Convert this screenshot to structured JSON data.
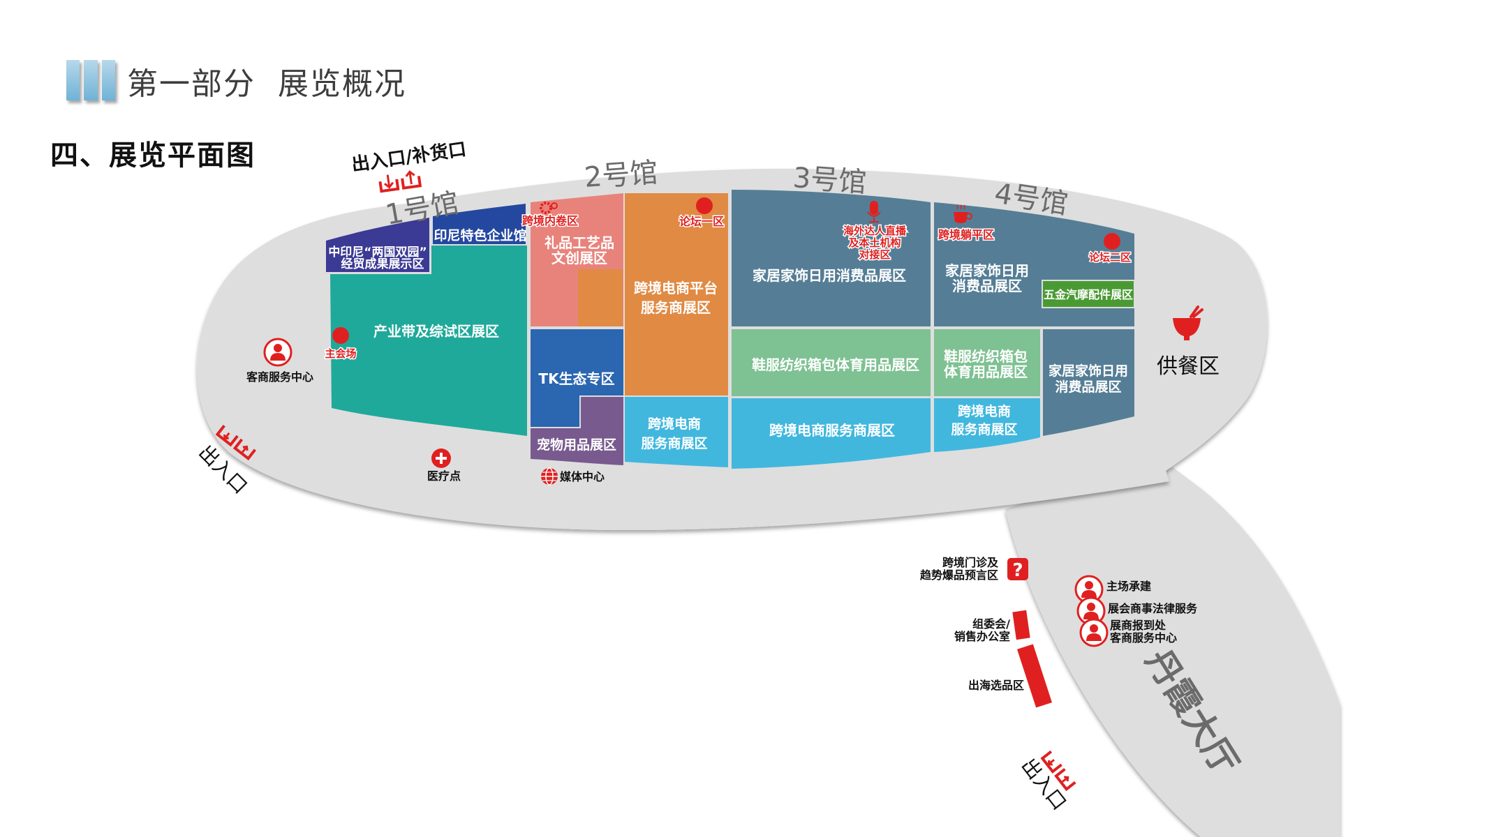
{
  "header": {
    "section_title": "第一部分  展览概况",
    "subtitle": "四、展览平面图"
  },
  "halls": {
    "hall1": "1号馆",
    "hall2": "2号馆",
    "hall3": "3号馆",
    "hall4": "4号馆",
    "lobby": "丹霞大厅"
  },
  "zones": {
    "h1_sino_indonesia_l1": "中印尼“两国双园”",
    "h1_sino_indonesia_l2": "经贸成果展示区",
    "h1_indonesia_pavilion": "印尼特色企业馆",
    "h1_industry_belt": "产业带及综试区展区",
    "h2_gift_l1": "礼品工艺品",
    "h2_gift_l2": "文创展区",
    "h2_platform_l1": "跨境电商平台",
    "h2_platform_l2": "服务商展区",
    "h2_tk": "TK生态专区",
    "h2_pet": "宠物用品展区",
    "h2_service_l1": "跨境电商",
    "h2_service_l2": "服务商展区",
    "h3_home": "家居家饰日用消费品展区",
    "h3_apparel": "鞋服纺织箱包体育用品展区",
    "h3_service": "跨境电商服务商展区",
    "h4_home_l1": "家居家饰日用",
    "h4_home_l2": "消费品展区",
    "h4_hardware": "五金汽摩配件展区",
    "h4_apparel_l1": "鞋服纺织箱包",
    "h4_apparel_l2": "体育用品展区",
    "h4_service_l1": "跨境电商",
    "h4_service_l2": "服务商展区",
    "h4_home2_l1": "家居家饰日用",
    "h4_home2_l2": "消费品展区"
  },
  "points": {
    "main_venue": "主会场",
    "involution_zone": "跨境内卷区",
    "forum1": "论坛一区",
    "live_l1": "海外达人直播",
    "live_l2": "及本土机构",
    "live_l3": "对接区",
    "lie_flat": "跨境躺平区",
    "forum2": "论坛二区",
    "catering": "供餐区",
    "visitor_service": "客商服务中心",
    "medical": "医疗点",
    "media_center": "媒体中心",
    "entrance_supply": "出入口/补货口",
    "entrance_left": "出入口",
    "entrance_bottom": "出入口",
    "clinic_l1": "跨境门诊及",
    "clinic_l2": "趋势爆品预言区",
    "committee_l1": "组委会/",
    "committee_l2": "销售办公室",
    "selection": "出海选品区",
    "contractor": "主场承建",
    "legal": "展会商事法律服务",
    "registration_l1": "展商报到处",
    "registration_l2": "客商服务中心"
  },
  "colors": {
    "floor": "#dedede",
    "teal": "#1fa99a",
    "indigo": "#3b3a94",
    "navy": "#2448a0",
    "salmon": "#e8837b",
    "orange": "#e08a44",
    "blue": "#2b66b0",
    "purple": "#785a8e",
    "sky": "#41b7de",
    "steel": "#557e96",
    "mint": "#7ec192",
    "green": "#4a9a34",
    "red": "#e02020"
  }
}
